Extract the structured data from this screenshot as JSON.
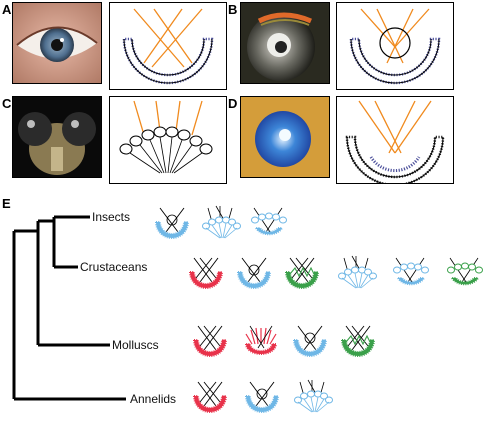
{
  "figure": {
    "panel_labels": [
      "A",
      "B",
      "C",
      "D",
      "E"
    ],
    "colors": {
      "light_ray": "#f08a1e",
      "receptor_purple": "#4b4f9a",
      "camera_red": "#e8324a",
      "cup_blue": "#6fb7e6",
      "mirror_green": "#3aa04a",
      "line_black": "#000000"
    },
    "taxa": [
      {
        "name": "Insects"
      },
      {
        "name": "Crustaceans"
      },
      {
        "name": "Molluscs"
      },
      {
        "name": "Annelids"
      }
    ]
  }
}
